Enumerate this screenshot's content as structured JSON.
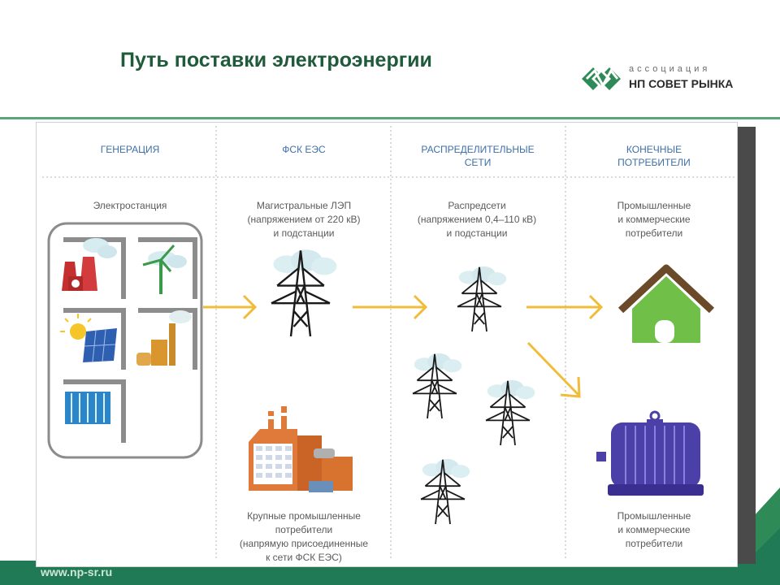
{
  "title": "Путь поставки электроэнергии",
  "logo": {
    "tagline": "ассоциация",
    "name": "НП СОВЕТ РЫНКА"
  },
  "footer": {
    "url": "www.np-sr.ru"
  },
  "columns": [
    {
      "heading": "ГЕНЕРАЦИЯ",
      "description": "Электростанция"
    },
    {
      "heading": "ФСК ЕЭС",
      "description": "Магистральные ЛЭП\n(напряжением от 220 кВ)\nи подстанции"
    },
    {
      "heading": "РАСПРЕДЕЛИТЕЛЬНЫЕ\nСЕТИ",
      "description": "Распредсети\n(напряжением 0,4–110 кВ)\nи подстанции"
    },
    {
      "heading": "КОНЕЧНЫЕ\nПОТРЕБИТЕЛИ",
      "description": "Промышленные\nи коммерческие\nпотребители"
    }
  ],
  "large_consumers": "Крупные промышленные\nпотребители\n(напрямую присоединенные\nк сети ФСК ЕЭС)",
  "end_consumers_bottom": "Промышленные\nи коммерческие\nпотребители",
  "colors": {
    "arrow": "#f0bd3a",
    "house": "#6fbf49",
    "roof": "#6b4a2a",
    "motor": "#4b3fa8",
    "factory": "#e07a3a",
    "brand": "#1f7a55"
  },
  "icons": [
    "thermal-plant-icon",
    "wind-turbine-icon",
    "solar-plant-icon",
    "industrial-plant-icon",
    "hydro-plant-icon",
    "transmission-tower-icon",
    "house-icon",
    "factory-icon",
    "electric-motor-icon",
    "logo-icon"
  ]
}
